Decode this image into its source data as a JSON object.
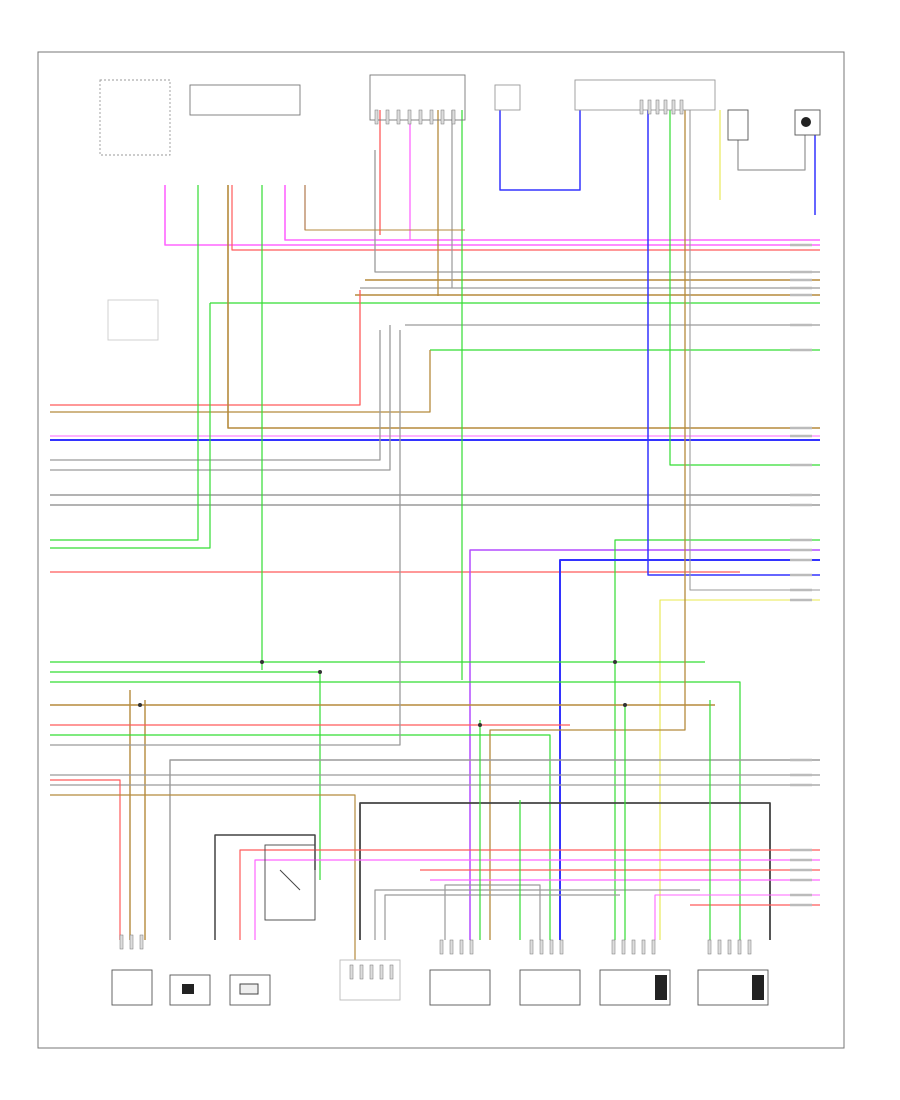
{
  "diagram": {
    "page_code": "",
    "note": "",
    "wire_colors": {
      "pink": "#ff66ff",
      "red": "#ff5a5a",
      "blue": "#3333ff",
      "green": "#33dd33",
      "brown": "#b58a3c",
      "gray": "#9a9a9a",
      "violet": "#b44cff",
      "yellow": "#e8e84c",
      "black": "#444444"
    },
    "components": [
      {
        "id": "top-left-switch"
      },
      {
        "id": "top-fuse-box"
      },
      {
        "id": "top-center-connector"
      },
      {
        "id": "top-ground-switch"
      },
      {
        "id": "top-right-module"
      },
      {
        "id": "top-sensor-a"
      },
      {
        "id": "top-sensor-b"
      },
      {
        "id": "left-ground-note"
      },
      {
        "id": "bottom-connector-1"
      },
      {
        "id": "bottom-sensor-2"
      },
      {
        "id": "bottom-sensor-3"
      },
      {
        "id": "bottom-connector-4"
      },
      {
        "id": "bottom-module-5"
      },
      {
        "id": "bottom-module-6"
      },
      {
        "id": "bottom-module-7"
      },
      {
        "id": "bottom-module-8"
      }
    ]
  }
}
